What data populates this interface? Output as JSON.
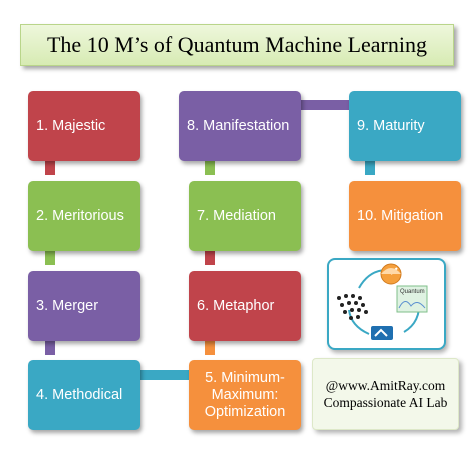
{
  "title": "The 10 M’s of Quantum Machine Learning",
  "items": [
    {
      "label": "1. Majestic"
    },
    {
      "label": "2. Meritorious"
    },
    {
      "label": "3. Merger"
    },
    {
      "label": "4. Methodical"
    },
    {
      "label": "5. Minimum-\nMaximum:\nOptimization"
    },
    {
      "label": "6. Metaphor"
    },
    {
      "label": "7. Mediation"
    },
    {
      "label": "8. Manifestation"
    },
    {
      "label": "9. Maturity"
    },
    {
      "label": "10. Mitigation"
    }
  ],
  "logo": {
    "quantum_label": "Quantum"
  },
  "credit": {
    "line1": "@www.AmitRay.com",
    "line2": "Compassionate AI Lab"
  },
  "colors": {
    "red": "#c0444b",
    "green": "#8bbf52",
    "purple": "#7a5fa5",
    "blue": "#3aa8c4",
    "orange": "#f5903d"
  }
}
